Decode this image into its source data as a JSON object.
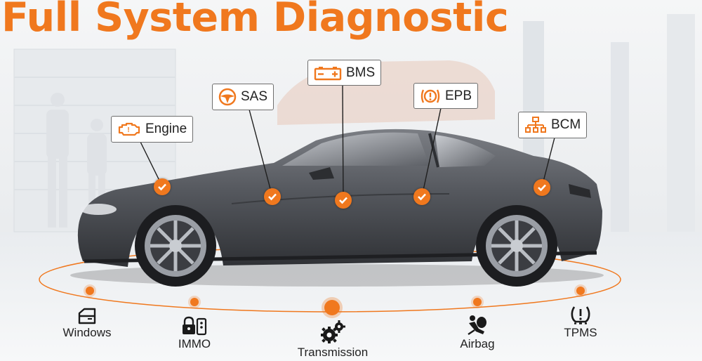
{
  "title": "Full System Diagnostic",
  "colors": {
    "accent": "#f0781e",
    "car_body": "#54575d",
    "text": "#222222"
  },
  "callouts": [
    {
      "label": "Engine",
      "icon": "engine-warning-icon"
    },
    {
      "label": "SAS",
      "icon": "steering-wheel-icon"
    },
    {
      "label": "BMS",
      "icon": "battery-icon"
    },
    {
      "label": "EPB",
      "icon": "parking-brake-icon"
    },
    {
      "label": "BCM",
      "icon": "network-hierarchy-icon"
    }
  ],
  "systems": [
    {
      "label": "Windows",
      "icon": "window-icon"
    },
    {
      "label": "IMMO",
      "icon": "immobilizer-icon"
    },
    {
      "label": "Transmission",
      "icon": "gears-icon"
    },
    {
      "label": "Airbag",
      "icon": "airbag-icon"
    },
    {
      "label": "TPMS",
      "icon": "tire-pressure-icon"
    }
  ]
}
